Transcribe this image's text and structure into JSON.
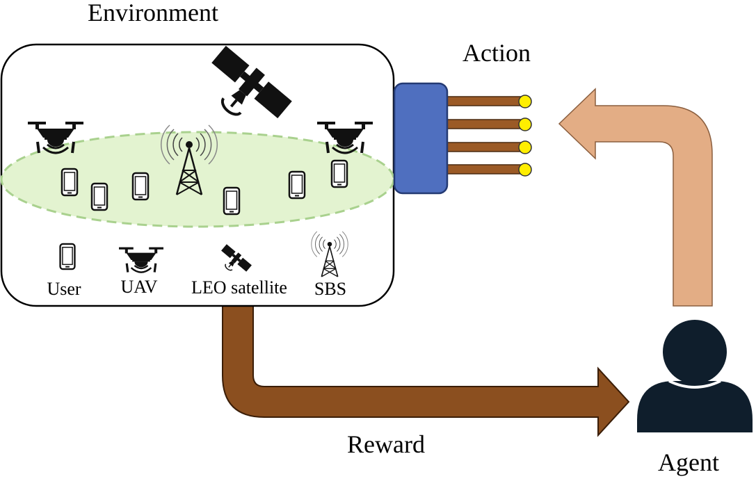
{
  "labels": {
    "environment": "Environment",
    "action": "Action",
    "reward": "Reward",
    "agent": "Agent"
  },
  "legend": [
    {
      "icon": "phone-icon",
      "label": "User"
    },
    {
      "icon": "drone-icon",
      "label": "UAV"
    },
    {
      "icon": "satellite-icon",
      "label": "LEO satellite"
    },
    {
      "icon": "tower-icon",
      "label": "SBS"
    }
  ],
  "colors": {
    "coverage_fill": "#e3f3d0",
    "coverage_stroke": "#a9d18e",
    "connector": "#4f6fbf",
    "connector_stroke": "#243a73",
    "pins": "#9b5a26",
    "pin_tips": "#ffee00",
    "action_arrow": "#e3ad85",
    "reward_arrow": "#8b4f1f",
    "agent": "#0f1e2c"
  }
}
